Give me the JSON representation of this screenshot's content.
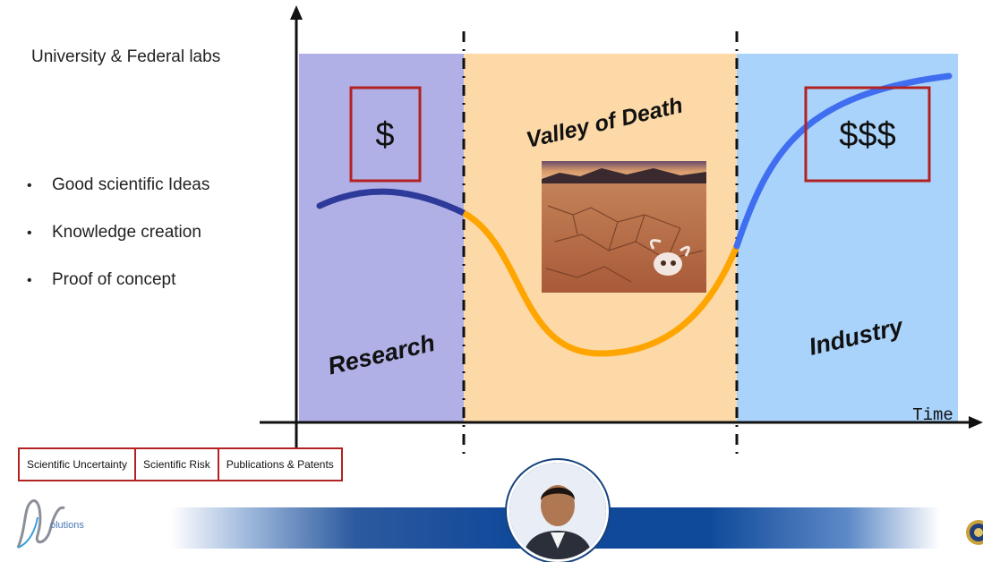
{
  "left_panel": {
    "heading": "University & Federal labs",
    "bullets": [
      "Good scientific Ideas",
      "Knowledge creation",
      "Proof of concept"
    ],
    "bullet_glyph": "•"
  },
  "diagram": {
    "left_box_label": "$",
    "right_box_label": "$$$",
    "valley_title": "Valley of Death",
    "research_label": "Research",
    "industry_label": "Industry",
    "axis_label": "Time",
    "image_description_icon": "cracked-desert-skull-icon",
    "colors": {
      "research_bg": "#b0b0e6",
      "valley_bg": "#fcd9a7",
      "industry_bg": "#aad3fb",
      "research_curve": "#2e3a9a",
      "valley_curve": "#ffa500",
      "industry_curve": "#3f6ff0",
      "box_border": "#b22222"
    }
  },
  "bottom_table": [
    "Scientific Uncertainty",
    "Scientific Risk",
    "Publications & Patents"
  ],
  "footer": {
    "logo_text": "olutions",
    "logo_icon": "company-logo-icon",
    "avatar_icon": "presenter-avatar-icon",
    "seal_icon": "seal-icon"
  }
}
